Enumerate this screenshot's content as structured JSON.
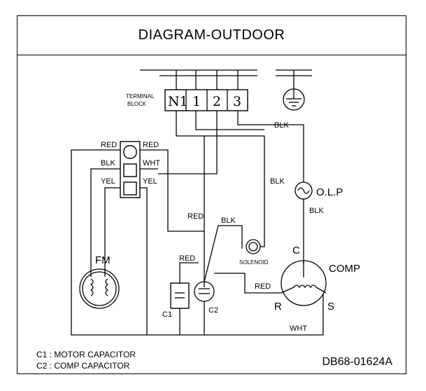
{
  "title": "DIAGRAM-OUTDOOR",
  "terminal_block": {
    "label_line1": "TERMINAL",
    "label_line2": "BLOCK",
    "terminals": [
      "N1",
      "1",
      "2",
      "3"
    ]
  },
  "wire_labels": {
    "red_left": "RED",
    "red_right": "RED",
    "blk_left": "BLK",
    "wht_right": "WHT",
    "yel_left": "YEL",
    "yel_right": "YEL",
    "blk_top": "BLK",
    "blk_mid": "BLK",
    "blk_olp": "BLK",
    "red_mid": "RED",
    "blk_sol": "BLK",
    "red_cap": "RED",
    "red_comp": "RED",
    "wht_bottom": "WHT"
  },
  "components": {
    "fm": "FM",
    "olp": "O.L.P",
    "solenoid": "SOLENOID",
    "comp": "COMP",
    "comp_c": "C",
    "comp_r": "R",
    "comp_s": "S",
    "c1": "C1",
    "c2": "C2"
  },
  "legend": [
    "C1 : MOTOR CAPACITOR",
    "C2 : COMP CAPACITOR"
  ],
  "doc_code": "DB68-01624A"
}
